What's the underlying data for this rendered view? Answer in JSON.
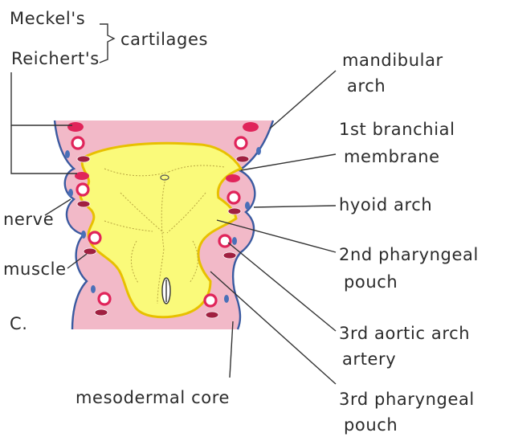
{
  "figure_letter": "C.",
  "labels": {
    "meckels": "Meckel's",
    "reicherts": "Reichert's",
    "cartilages": "cartilages",
    "mandibular_arch_1": "mandibular",
    "mandibular_arch_2": "arch",
    "branchial_membrane_1": "1st branchial",
    "branchial_membrane_2": "membrane",
    "hyoid_arch": "hyoid arch",
    "nerve": "nerve",
    "muscle": "muscle",
    "pharyngeal_pouch_2_1": "2nd pharyngeal",
    "pharyngeal_pouch_2_2": "pouch",
    "aortic_arch_3_1": "3rd aortic arch",
    "aortic_arch_3_2": "artery",
    "mesodermal_core": "mesodermal core",
    "pharyngeal_pouch_3_1": "3rd pharyngeal",
    "pharyngeal_pouch_3_2": "pouch"
  },
  "colors": {
    "mesoderm": "#f2b9c8",
    "endoderm_pharynx": "#fafa7a",
    "endoderm_border": "#e8c000",
    "ectoderm_outline": "#3a5aa0",
    "cartilage": "#e0245a",
    "artery_ring": "#e0245a",
    "nerve": "#4a70b8",
    "muscle": "#a02040"
  }
}
